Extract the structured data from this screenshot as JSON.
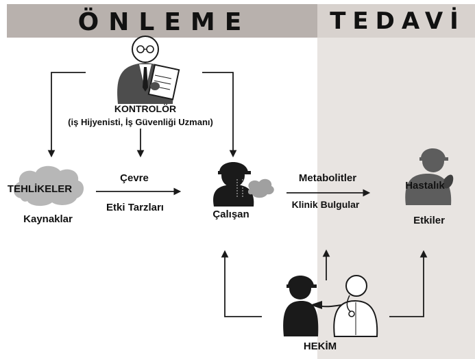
{
  "headers": {
    "prevention": "ÖNLEME",
    "treatment": "TEDAVİ"
  },
  "controller": {
    "title": "KONTROLÖR",
    "subtitle": "(iş Hijyenisti, İş Güvenliği Uzmanı)"
  },
  "hazards": {
    "title": "TEHLİKELER",
    "sub": "Kaynaklar"
  },
  "environment": {
    "top": "Çevre",
    "bottom": "Etki Tarzları"
  },
  "worker": {
    "label": "Çalışan"
  },
  "metabolites": {
    "top": "Metabolitler",
    "bottom": "Klinik Bulgular"
  },
  "disease": {
    "title": "Hastalık",
    "sub": "Etkiler"
  },
  "doctor": {
    "label": "HEKİM"
  },
  "colors": {
    "header_band": "#b8b1ad",
    "treatment_panel": "#e8e4e1",
    "dark_figure": "#1a1a1a",
    "grey_figure": "#5d5d5d",
    "cloud": "#b7b7b7",
    "arrow": "#1a1a1a"
  }
}
